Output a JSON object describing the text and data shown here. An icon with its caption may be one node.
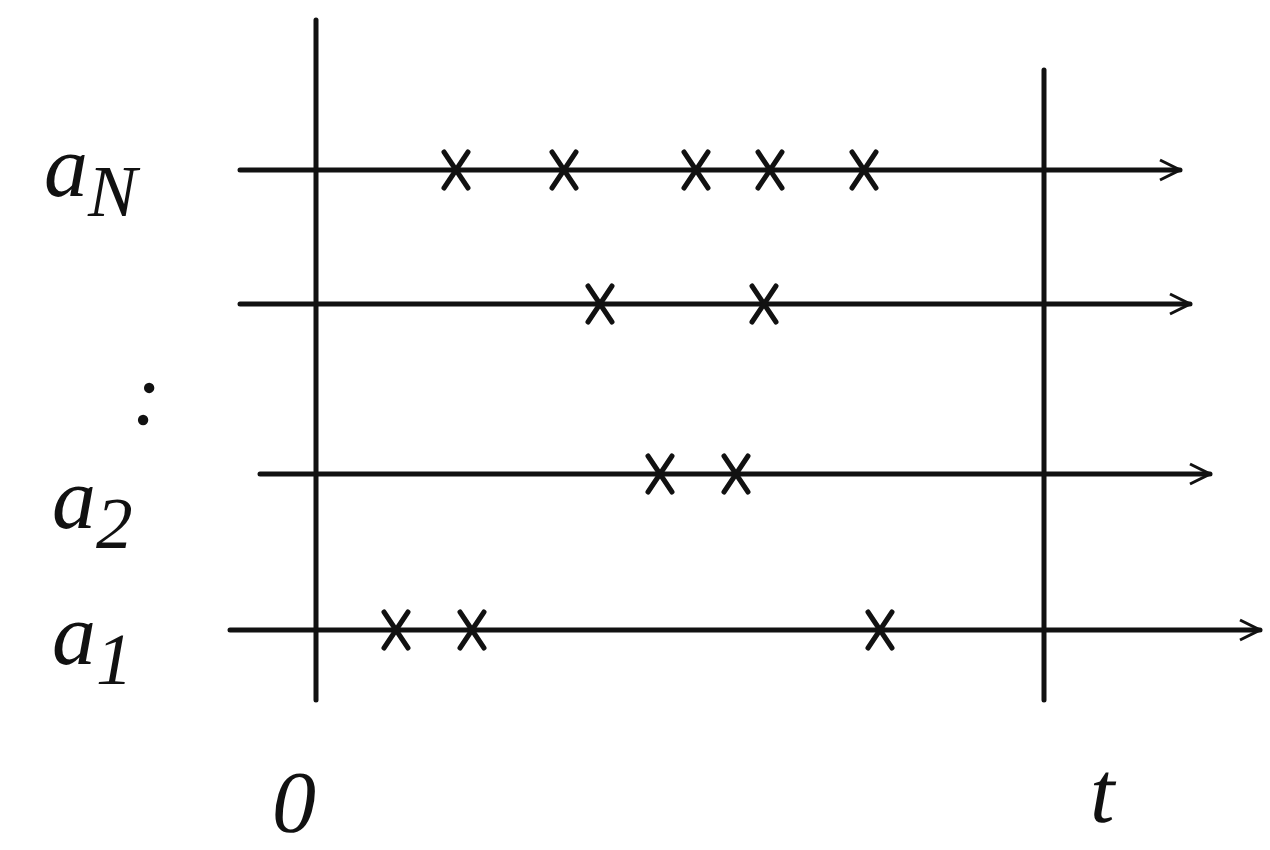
{
  "diagram": {
    "labels": [
      "a$_{N}$",
      ":",
      "a$_{2}$",
      "a$_{1}$",
      "0",
      "t"
    ]
  }
}
